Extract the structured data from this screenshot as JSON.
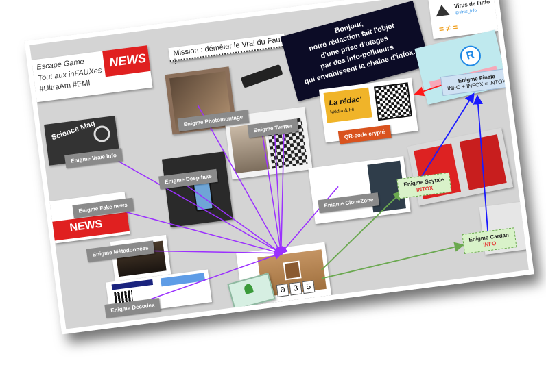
{
  "mission_text": "Mission : démêler le Vrai du Faux !",
  "escape_title": [
    "Escape Game",
    "Tout aux inFAUXes",
    "#UltraAm #EMI"
  ],
  "news_word": "NEWS",
  "banner_text": [
    "Bonjour,",
    "notre rédaction fait l'objet",
    "d'une prise d'otages",
    "par des info-pollueurs",
    "qui envahissent la chaîne d'infox."
  ],
  "virus": {
    "title": "Virus de l'info",
    "handle": "@virus_info"
  },
  "redac": {
    "title": "La rédac'",
    "subtitle": "Média & Fil"
  },
  "qr_label": "QR-code crypté",
  "science_mag": "Science Mag",
  "enigmas": {
    "photomontage": "Enigme Photomontage",
    "twitter": "Enigme Twitter",
    "vraie_info": "Enigme Vraie info",
    "deep_fake": "Enigme Deep fake",
    "fake_news": "Enigme Fake news",
    "metadonnees": "Enigme Métadonnées",
    "decodex": "Enigme Decodex",
    "clonezone": "Enigme CloneZone"
  },
  "scytale": {
    "label": "Enigme Scytale",
    "word": "INTOX"
  },
  "cardan": {
    "label": "Enigme Cardan",
    "word": "INFO"
  },
  "final": {
    "label": "Enigme Finale",
    "formula": "INFO + INFOX = INTOX."
  },
  "lock_code": [
    "0",
    "3",
    "5"
  ],
  "colors": {
    "purple": "#9b30ff",
    "green": "#6aa84f",
    "blue": "#1a1aff",
    "red": "#ff1a1a",
    "qr_orange": "#d9531e",
    "final_bg": "#cfe1f3"
  }
}
